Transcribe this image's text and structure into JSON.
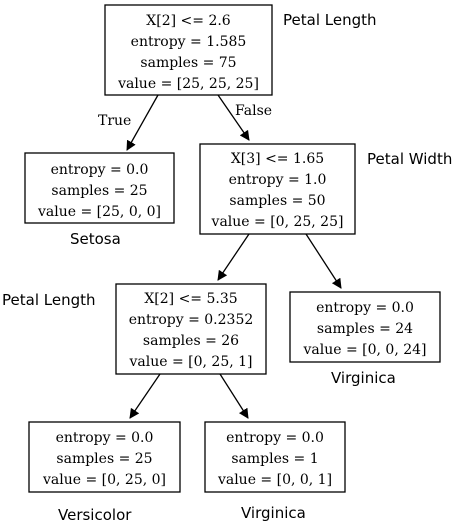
{
  "nodes": {
    "root": {
      "lines": [
        "X[2] <= 2.6",
        "entropy = 1.585",
        "samples = 75",
        "value = [25, 25, 25]"
      ],
      "feature_label": "Petal Length"
    },
    "setosa": {
      "lines": [
        "entropy = 0.0",
        "samples = 25",
        "value = [25, 0, 0]"
      ],
      "class_label": "Setosa"
    },
    "petal_width_split": {
      "lines": [
        "X[3] <= 1.65",
        "entropy = 1.0",
        "samples = 50",
        "value = [0, 25, 25]"
      ],
      "feature_label": "Petal Width"
    },
    "petal_length_split": {
      "lines": [
        "X[2] <= 5.35",
        "entropy = 0.2352",
        "samples = 26",
        "value = [0, 25, 1]"
      ],
      "feature_label": "Petal Length"
    },
    "virginica_right": {
      "lines": [
        "entropy = 0.0",
        "samples = 24",
        "value = [0, 0, 24]"
      ],
      "class_label": "Virginica"
    },
    "versicolor": {
      "lines": [
        "entropy = 0.0",
        "samples = 25",
        "value = [0, 25, 0]"
      ],
      "class_label": "Versicolor"
    },
    "virginica_bottom": {
      "lines": [
        "entropy = 0.0",
        "samples = 1",
        "value = [0, 0, 1]"
      ],
      "class_label": "Virginica"
    }
  },
  "edge_labels": {
    "true_label": "True",
    "false_label": "False"
  }
}
